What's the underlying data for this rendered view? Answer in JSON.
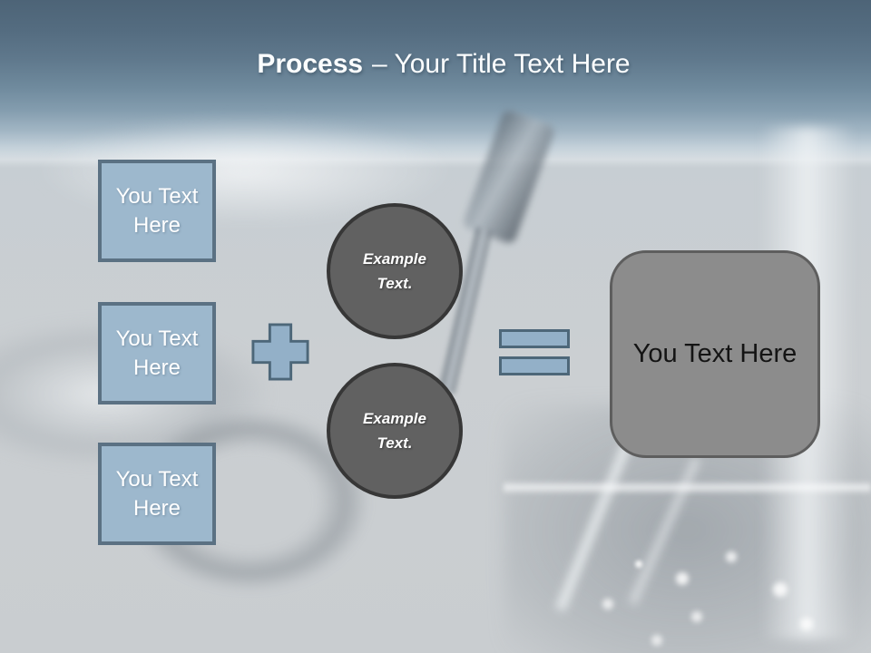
{
  "slide": {
    "title": {
      "bold": "Process",
      "rest": "– Your Title Text Here"
    },
    "left_boxes": [
      {
        "label": "You Text Here"
      },
      {
        "label": "You Text Here"
      },
      {
        "label": "You Text Here"
      }
    ],
    "operators": {
      "plus": "plus-icon",
      "equals": "equals-icon"
    },
    "circles": [
      {
        "label": "Example Text."
      },
      {
        "label": "Example Text."
      }
    ],
    "result_box": {
      "label": "You Text Here"
    },
    "colors": {
      "header_gradient_top": "#4d6477",
      "header_gradient_bottom": "#c4d1da",
      "title_text": "#fbfdfe",
      "box_fill": "#9db8cd",
      "box_border": "#5b7183",
      "box_text": "#ffffff",
      "operator_fill": "#93b0c8",
      "operator_border": "#4d6779",
      "circle_fill": "#616161",
      "circle_border": "#373737",
      "circle_text": "#ffffff",
      "result_fill": "#8c8c8c",
      "result_border": "#5e5e5e",
      "result_text": "#141414",
      "background_base": "#c9cdd0"
    }
  }
}
